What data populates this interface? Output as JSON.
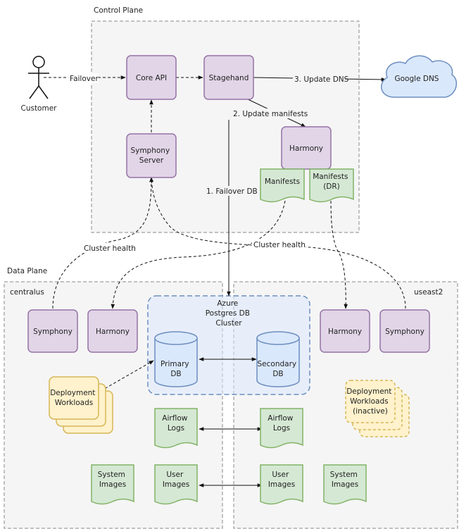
{
  "regions": {
    "control_plane": "Control Plane",
    "data_plane": "Data Plane",
    "centralus": "centralus",
    "useast2": "useast2"
  },
  "actors": {
    "customer": "Customer"
  },
  "nodes": {
    "core_api": "Core API",
    "stagehand": "Stagehand",
    "google_dns": "Google DNS",
    "symphony_server": [
      "Symphony",
      "Server"
    ],
    "harmony_cp": "Harmony",
    "manifests": "Manifests",
    "manifests_dr": [
      "Manifests",
      "(DR)"
    ],
    "azure_cluster": [
      "Azure",
      "Postgres DB",
      "Cluster"
    ],
    "primary_db": [
      "Primary",
      "DB"
    ],
    "secondary_db": [
      "Secondary",
      "DB"
    ],
    "symphony_central": "Symphony",
    "harmony_central": "Harmony",
    "harmony_east": "Harmony",
    "symphony_east": "Symphony",
    "deployment_central": [
      "Deployment",
      "Workloads"
    ],
    "deployment_east": [
      "Deployment",
      "Workloads",
      "(inactive)"
    ],
    "airflow_logs_left": [
      "Airflow",
      "Logs"
    ],
    "airflow_logs_right": [
      "Airflow",
      "Logs"
    ],
    "system_images_left": [
      "System",
      "Images"
    ],
    "user_images_left": [
      "User",
      "Images"
    ],
    "user_images_right": [
      "User",
      "Images"
    ],
    "system_images_right": [
      "System",
      "Images"
    ]
  },
  "edges": {
    "failover": "Failover",
    "update_dns": "3. Update DNS",
    "update_manifests": "2. Update manifests",
    "failover_db": "1. Failover DB",
    "cluster_health_left": "Cluster health",
    "cluster_health_right": "Cluster health"
  },
  "colors": {
    "purple_fill": "#e1d5e7",
    "purple_stroke": "#9673a6",
    "green_fill": "#d5e8d4",
    "green_stroke": "#82b366",
    "yellow_fill": "#fff2cc",
    "yellow_stroke": "#d6b656",
    "blue_fill": "#dae8fc",
    "blue_stroke": "#6c8ebf",
    "region_fill": "#f5f5f5",
    "region_stroke": "#666666"
  }
}
